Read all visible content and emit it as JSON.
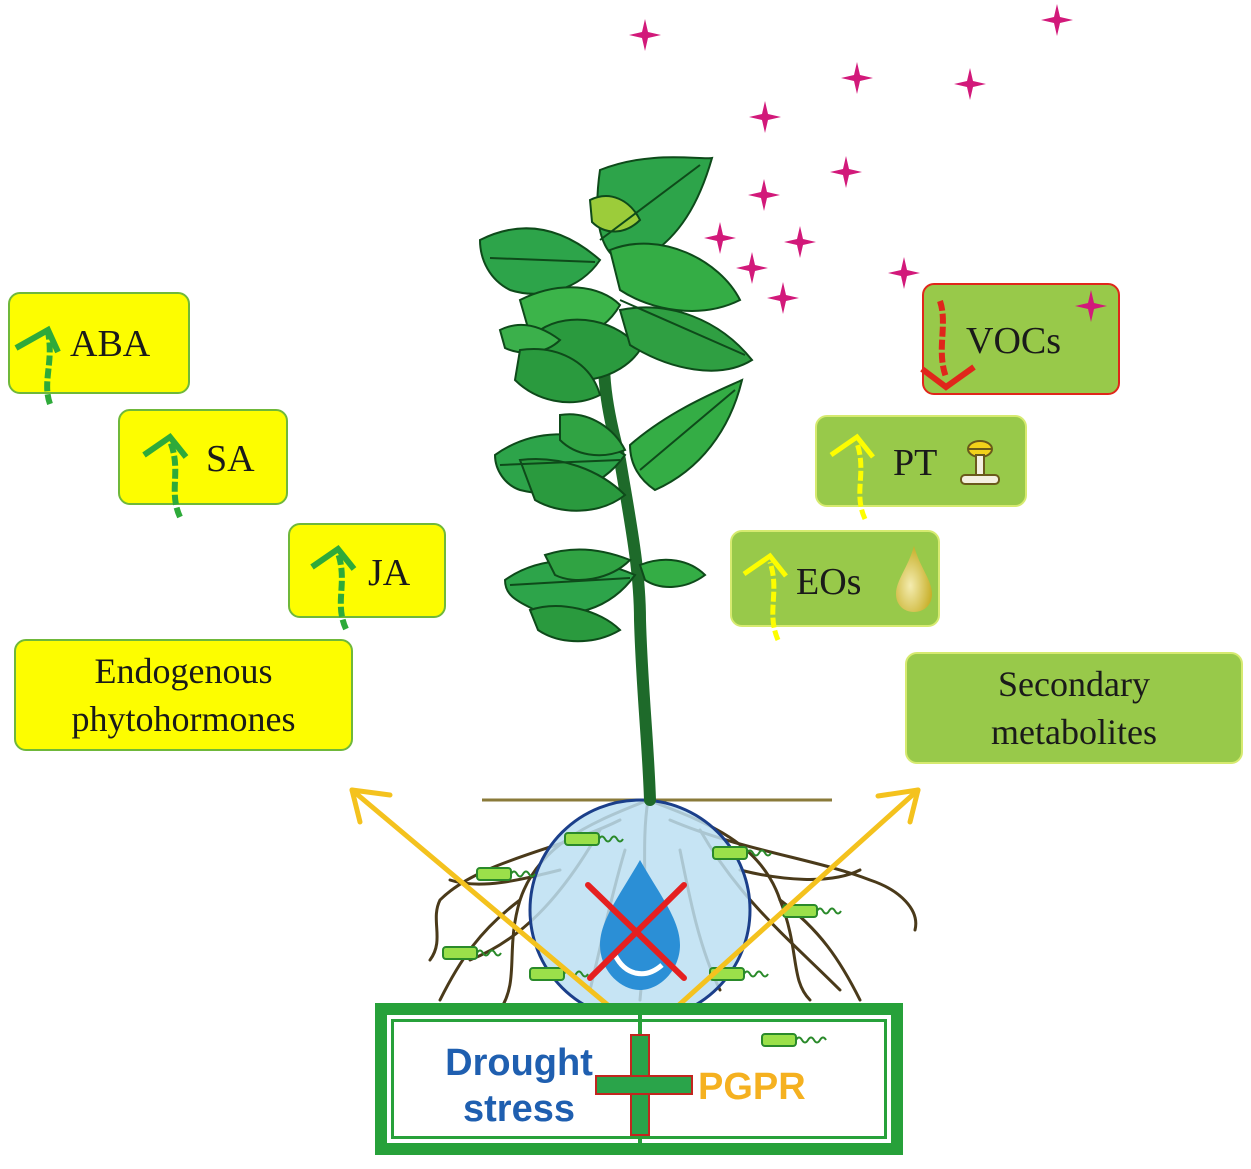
{
  "hormones": {
    "category_line1": "Endogenous",
    "category_line2": "phytohormones",
    "aba": "ABA",
    "sa": "SA",
    "ja": "JA"
  },
  "metabolites": {
    "category_line1": "Secondary",
    "category_line2": "metabolites",
    "vocs": "VOCs",
    "pt": "PT",
    "eos": "EOs"
  },
  "bottom": {
    "drought_line1": "Drought",
    "drought_line2": "stress",
    "pgpr": "PGPR"
  },
  "colors": {
    "hormone_box": "#fdfd00",
    "metabolite_box": "#98c94a",
    "increase_arrow_hormone": "#2eaa3a",
    "increase_arrow_metabolite": "#fdfd00",
    "decrease_arrow": "#e0261b",
    "voc_marker": "#d2197a",
    "drought_text": "#1f5fb0",
    "pgpr_text": "#f5b120",
    "frame": "#27a13a"
  }
}
